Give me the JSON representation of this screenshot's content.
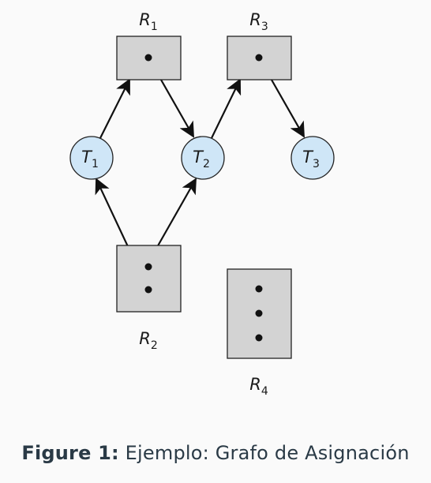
{
  "figure": {
    "label": "Figure 1:",
    "text": "Ejemplo: Grafo de Asignación"
  },
  "resources": [
    {
      "id": "R1",
      "letter": "R",
      "sub": "1",
      "instances": 1
    },
    {
      "id": "R2",
      "letter": "R",
      "sub": "2",
      "instances": 2
    },
    {
      "id": "R3",
      "letter": "R",
      "sub": "3",
      "instances": 1
    },
    {
      "id": "R4",
      "letter": "R",
      "sub": "4",
      "instances": 3
    }
  ],
  "threads": [
    {
      "id": "T1",
      "letter": "T",
      "sub": "1"
    },
    {
      "id": "T2",
      "letter": "T",
      "sub": "2"
    },
    {
      "id": "T3",
      "letter": "T",
      "sub": "3"
    }
  ],
  "edges": [
    {
      "from": "T1",
      "to": "R1",
      "kind": "request"
    },
    {
      "from": "R1",
      "to": "T2",
      "kind": "assignment"
    },
    {
      "from": "T2",
      "to": "R3",
      "kind": "request"
    },
    {
      "from": "R3",
      "to": "T3",
      "kind": "assignment"
    },
    {
      "from": "R2",
      "to": "T1",
      "kind": "assignment"
    },
    {
      "from": "R2",
      "to": "T2",
      "kind": "assignment"
    }
  ],
  "colors": {
    "resource_fill": "#d3d3d3",
    "thread_fill": "#cfe6f7",
    "edge": "#111111",
    "caption": "#2a3a46"
  }
}
